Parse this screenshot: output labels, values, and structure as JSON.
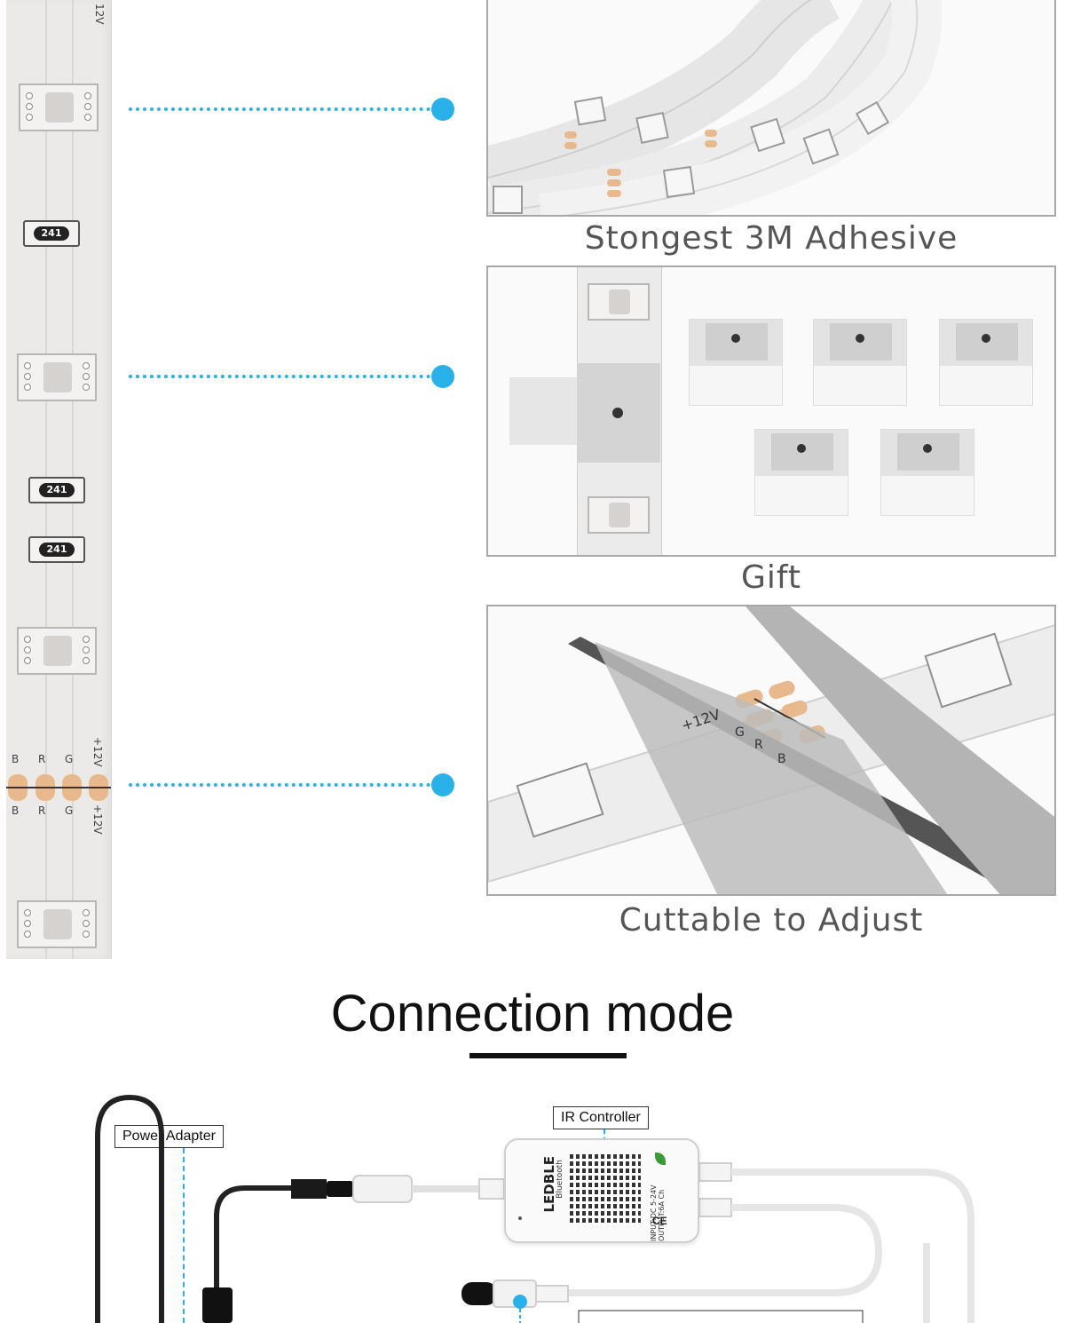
{
  "strip": {
    "resistor_code": "241",
    "pins": [
      "B",
      "R",
      "G",
      "+12V"
    ],
    "top_label": "12V"
  },
  "features": [
    {
      "caption": "Stongest 3M Adhesive"
    },
    {
      "caption": "Gift"
    },
    {
      "caption": "Cuttable to Adjust"
    }
  ],
  "cut_panel": {
    "pin_labels": [
      "+12V",
      "G",
      "R",
      "B"
    ]
  },
  "connection": {
    "heading": "Connection mode",
    "power_adapter_label": "Power Adapter",
    "ir_controller_label": "IR Controller",
    "controller_brand": "LEDBLE",
    "controller_bt": "Bluetooth",
    "controller_spec": "INPUT:DC 5-24V OUTPUT:6A Ch",
    "controller_ce": "CE"
  },
  "colors": {
    "accent": "#29b2ea",
    "pad": "#e8b98c",
    "caption_text": "#555555"
  }
}
